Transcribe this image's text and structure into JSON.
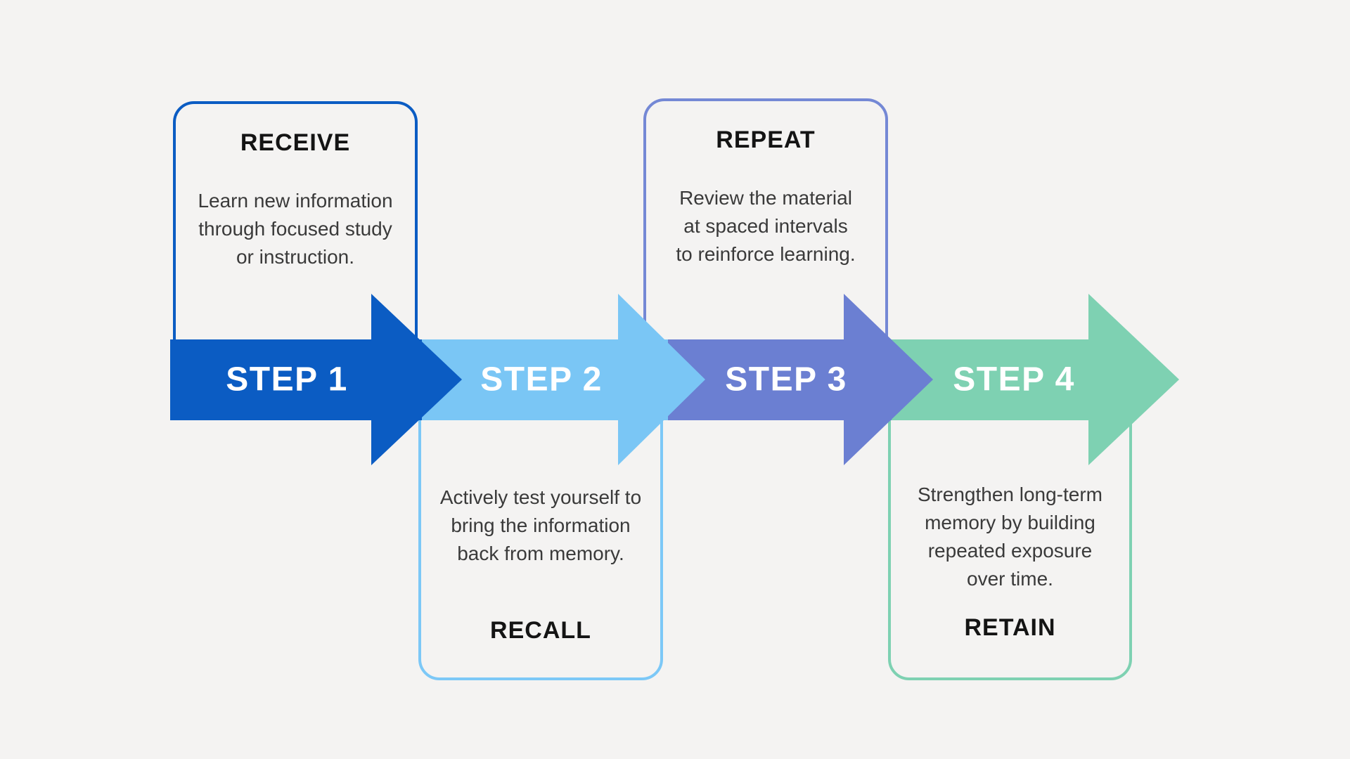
{
  "colors": {
    "background": "#f4f3f2",
    "step_label": "#ffffff",
    "card_title": "#141414",
    "card_body": "#3a3a3a"
  },
  "steps": [
    {
      "label": "STEP 1",
      "arrow_color": "#0b5cc3",
      "card": {
        "position": "top",
        "title": "RECEIVE",
        "body": "Learn new information\nthrough focused study\nor instruction.",
        "border_color": "#0b5cc3"
      }
    },
    {
      "label": "STEP 2",
      "arrow_color": "#7ac6f5",
      "card": {
        "position": "bottom",
        "title": "RECALL",
        "body": "Actively test yourself to\nbring the information\nback from memory.",
        "border_color": "#7cc8f7"
      }
    },
    {
      "label": "STEP 3",
      "arrow_color": "#6b7fd2",
      "card": {
        "position": "top",
        "title": "REPEAT",
        "body": "Review the material\nat spaced intervals\nto reinforce learning.",
        "border_color": "#7488d5"
      }
    },
    {
      "label": "STEP 4",
      "arrow_color": "#7ed1b2",
      "card": {
        "position": "bottom",
        "title": "RETAIN",
        "body": "Strengthen long-term\nmemory by building\nrepeated exposure\nover time.",
        "border_color": "#7ed1b2"
      }
    }
  ]
}
